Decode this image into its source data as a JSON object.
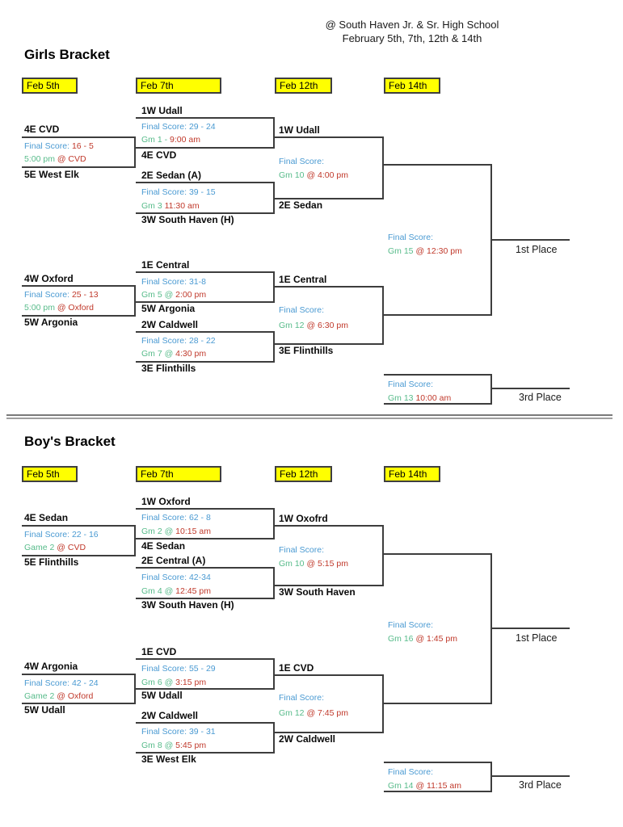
{
  "header": {
    "venue": "@ South Haven Jr. & Sr. High School",
    "dates": "February 5th, 7th, 12th & 14th"
  },
  "colors": {
    "score_blue": "#4a9ad2",
    "game_green": "#57bb8a",
    "alert_red": "#c0392b",
    "highlight_yellow": "#ffff00",
    "line_dark": "#3d3d3d"
  },
  "girls": {
    "title": "Girls Bracket",
    "date_labels": [
      "Feb 5th",
      "Feb 7th",
      "Feb 12th",
      "Feb 14th"
    ],
    "r1a": {
      "top": "4E CVD",
      "fs": "Final Score: ",
      "score": "16 - 5",
      "green": "5:00 pm ",
      "red": "@ CVD",
      "bottom": "5E West Elk"
    },
    "r2a": {
      "top": "1W Udall",
      "fs": "Final Score: ",
      "score": "29 - 24",
      "green": "Gm 1 - ",
      "red": "9:00 am",
      "bottom": "4E CVD"
    },
    "r2b": {
      "top": "2E Sedan (A)",
      "fs": "Final Score: ",
      "score": "39 - 15",
      "green": "Gm 3  ",
      "red": "11:30 am",
      "bottom": "3W South Haven (H)"
    },
    "sf1": {
      "top": "1W Udall",
      "fs": "Final Score:",
      "green": "Gm 10 ",
      "red": "@ 4:00 pm",
      "bottom": "2E Sedan"
    },
    "r1b": {
      "top": "4W Oxford",
      "fs": "Final Score: ",
      "score": "25 - 13",
      "green": "5:00 pm ",
      "red": "@ Oxford",
      "bottom": "5W Argonia"
    },
    "r2c": {
      "top": "1E Central",
      "fs": "Final Score: ",
      "score": "31-8",
      "green": "Gm 5 @ ",
      "red": "2:00 pm",
      "bottom": "5W Argonia"
    },
    "r2d": {
      "top": "2W Caldwell",
      "fs": "Final Score: ",
      "score": "28 - 22",
      "green": "Gm 7 @ ",
      "red": "4:30 pm",
      "bottom": "3E Flinthills"
    },
    "sf2": {
      "top": "1E Central",
      "fs": "Final Score:",
      "green": "Gm 12 ",
      "red": "@ 6:30 pm",
      "bottom": "3E Flinthills"
    },
    "final": {
      "fs": "Final Score:",
      "green": "Gm 15 ",
      "red": "@ 12:30 pm",
      "place": "1st Place"
    },
    "third": {
      "fs": "Final Score:",
      "green": "Gm 13  ",
      "red": "10:00 am",
      "place": "3rd Place"
    }
  },
  "boys": {
    "title": "Boy's Bracket",
    "date_labels": [
      "Feb 5th",
      "Feb 7th",
      "Feb 12th",
      "Feb 14th"
    ],
    "r1a": {
      "top": "4E Sedan",
      "fs": "Final Score: ",
      "score": "22 - 16",
      "green": "Game 2 ",
      "red": "@ CVD",
      "bottom": "5E Flinthills"
    },
    "r2a": {
      "top": "1W Oxford",
      "fs": "Final Score: ",
      "score": "62 - 8",
      "green": "Gm 2 @ ",
      "red": "10:15 am",
      "bottom": "4E Sedan"
    },
    "r2b": {
      "top": "2E Central (A)",
      "fs": "Final Score: ",
      "score": "42-34",
      "green": "Gm 4 @ ",
      "red": "12:45 pm",
      "bottom": "3W South Haven (H)"
    },
    "sf1": {
      "top": "1W Oxofrd",
      "fs": "Final Score:",
      "green": "Gm 10 ",
      "red": "@ 5:15 pm",
      "bottom": "3W South Haven"
    },
    "r1b": {
      "top": "4W Argonia",
      "fs": "Final Score: ",
      "score": "42 - 24",
      "green": "Game 2 ",
      "red": "@  Oxford",
      "bottom": "5W Udall"
    },
    "r2c": {
      "top": "1E CVD",
      "fs": "Final Score: ",
      "score": "55 - 29",
      "green": "Gm 6 @ ",
      "red": "3:15 pm",
      "bottom": "5W Udall"
    },
    "r2d": {
      "top": "2W Caldwell",
      "fs": "Final Score: ",
      "score": "39 - 31",
      "green": "Gm 8 @ ",
      "red": "5:45 pm",
      "bottom": "3E West Elk"
    },
    "sf2": {
      "top": "1E CVD",
      "fs": "Final Score:",
      "green": "Gm 12 ",
      "red": "@ 7:45 pm",
      "bottom": "2W Caldwell"
    },
    "final": {
      "fs": "Final Score:",
      "green": "Gm 16 ",
      "red": "@ 1:45 pm",
      "place": "1st Place"
    },
    "third": {
      "fs": "Final Score:",
      "green": "Gm 14 ",
      "red": "@ 11:15 am",
      "place": "3rd Place"
    }
  }
}
